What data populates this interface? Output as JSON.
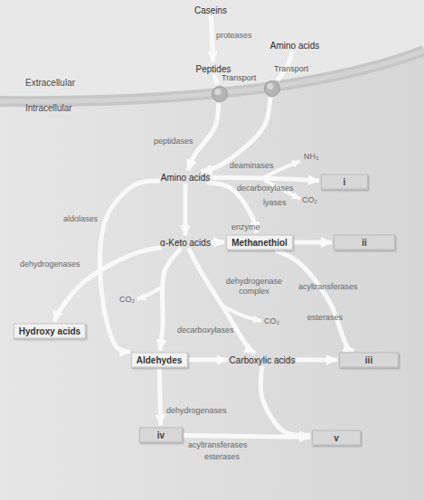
{
  "diagram": {
    "nodes": [
      {
        "text": [
          "Caseins"
        ]
      },
      {
        "text": [
          "Amino acids"
        ]
      },
      {
        "text": [
          "Peptides"
        ]
      },
      {
        "text": [
          "Transport"
        ]
      },
      {
        "text": [
          "Transport"
        ]
      },
      {
        "text": [
          "Amino acids"
        ]
      },
      {
        "text": [
          "i"
        ]
      },
      {
        "text": [
          "α-Keto acids"
        ]
      },
      {
        "text": [
          "Methanethiol"
        ]
      },
      {
        "text": [
          "ii"
        ]
      },
      {
        "text": [
          "Hydroxy acids"
        ]
      },
      {
        "text": [
          "Aldehydes"
        ]
      },
      {
        "text": [
          "Carboxylic acids"
        ]
      },
      {
        "text": [
          "iii"
        ]
      },
      {
        "text": [
          "iv"
        ]
      },
      {
        "text": [
          "v"
        ]
      }
    ],
    "edges": [
      {
        "from": 0,
        "to": 2,
        "label": "proteases",
        "arrow": "to"
      },
      {
        "from": 2,
        "to": 3,
        "arrow": "none"
      },
      {
        "from": 1,
        "to": 4,
        "arrow": "none"
      },
      {
        "from": 3,
        "to": 5,
        "label": "peptidases",
        "arrow": "to"
      },
      {
        "from": 4,
        "to": 5,
        "arrow": "to"
      },
      {
        "from": 5,
        "to": 6,
        "label": "deaminases",
        "arrow": "to"
      },
      {
        "from": 5,
        "to": 7,
        "arrow": "to"
      },
      {
        "from": 5,
        "to": 8,
        "label": "lyases",
        "arrow": "to"
      },
      {
        "from": 5,
        "to": 11,
        "label": "aldolases",
        "arrow": "to"
      },
      {
        "from": 7,
        "to": 8,
        "label": "enzyme",
        "arrow": "to"
      },
      {
        "from": 7,
        "to": 10,
        "label": "dehydrogenases",
        "arrow": "to"
      },
      {
        "from": 7,
        "to": 11,
        "label": "decarboxylases",
        "arrow": "to"
      },
      {
        "from": 7,
        "to": 12,
        "label": "dehydrogenase complex",
        "arrow": "to"
      },
      {
        "from": 8,
        "to": 9,
        "arrow": "to"
      },
      {
        "from": 8,
        "to": 13,
        "label": "acyltransferases",
        "arrow": "to"
      },
      {
        "from": 11,
        "to": 12,
        "arrow": "to"
      },
      {
        "from": 12,
        "to": 13,
        "arrow": "to"
      },
      {
        "from": 11,
        "to": 14,
        "label": "dehydrogenases",
        "arrow": "to"
      },
      {
        "from": 14,
        "to": 15,
        "label": "acyltransferases",
        "arrow": "to"
      },
      {
        "from": 12,
        "to": 15,
        "arrow": "to"
      }
    ],
    "labels": [
      "Extracellular",
      "Intracellular",
      "NH₃",
      "decarboxylases",
      "CO₂",
      "CO₂",
      "esterases",
      "CO₂",
      "esterases"
    ]
  }
}
